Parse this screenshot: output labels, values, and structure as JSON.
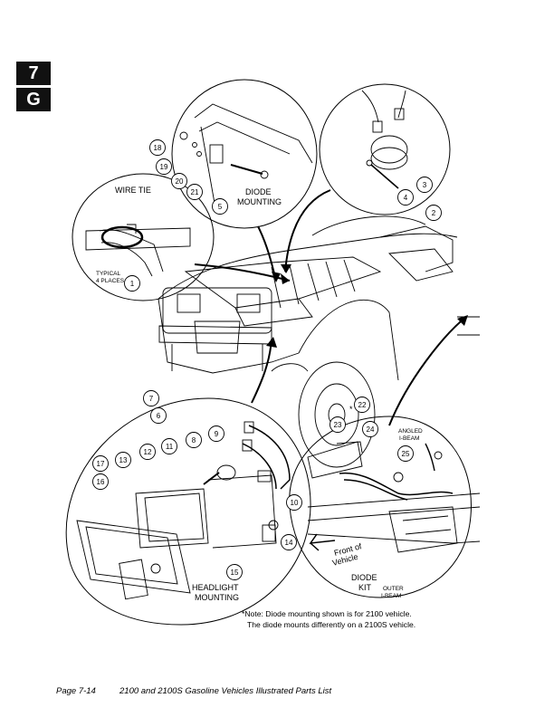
{
  "section_tab": "7",
  "subsection_tab": "G",
  "callouts": [
    "1",
    "2",
    "3",
    "4",
    "5",
    "6",
    "7",
    "8",
    "9",
    "10",
    "11",
    "12",
    "13",
    "14",
    "15",
    "16",
    "17",
    "18",
    "19",
    "20",
    "21",
    "22",
    "23",
    "24",
    "25"
  ],
  "labels": {
    "wire_tie": "WIRE TIE",
    "typical_line1": "TYPICAL",
    "typical_line2": "4 PLACES",
    "diode_mounting_line1": "DIODE",
    "diode_mounting_line2": "MOUNTING",
    "angled_line1": "ANGLED",
    "angled_line2": "I-BEAM",
    "front_line1": "Front of",
    "front_line2": "Vehicle",
    "diode_kit_line1": "DIODE",
    "diode_kit_line2": "KIT",
    "outer_line1": "OUTER",
    "outer_line2": "I-BEAM",
    "headlight_line1": "HEADLIGHT",
    "headlight_line2": "MOUNTING",
    "asterisk": "*"
  },
  "note": {
    "line1": "*Note: Diode mounting shown is for 2100 vehicle.",
    "line2": "The diode mounts differently on a 2100S vehicle."
  },
  "footer": {
    "page": "Page 7-14",
    "title": "2100 and 2100S Gasoline Vehicles Illustrated Parts List"
  }
}
